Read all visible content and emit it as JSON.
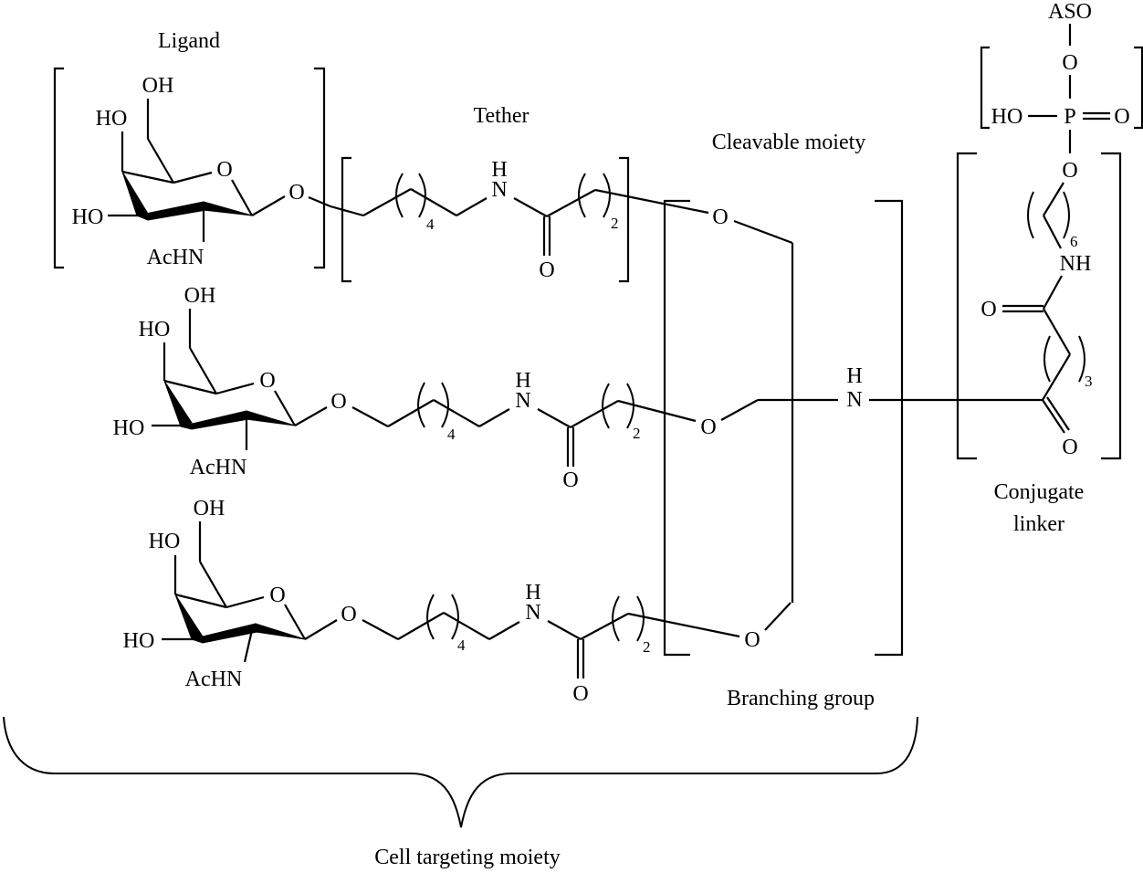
{
  "figure": {
    "title": "GalNAc conjugate structure",
    "colors": {
      "ink": "#000000",
      "background": "#ffffff"
    }
  },
  "labels": {
    "ligand": "Ligand",
    "tether": "Tether",
    "cleavable_moiety": "Cleavable moiety",
    "branching_group": "Branching group",
    "conjugate_linker_line1": "Conjugate",
    "conjugate_linker_line2": "linker",
    "cell_targeting_moiety": "Cell targeting moiety"
  },
  "atoms": {
    "OH": "OH",
    "HO": "HO",
    "O": "O",
    "AcHN": "AcHN",
    "H": "H",
    "N": "N",
    "NH": "NH",
    "P": "P",
    "ASO": "ASO"
  },
  "repeat_counts": {
    "tether_methylene": "4",
    "tether_acyl": "2",
    "linker_hexyl": "6",
    "linker_glutaryl": "3"
  },
  "arms": [
    {
      "name": "arm-1",
      "bracketed": true
    },
    {
      "name": "arm-2",
      "bracketed": false
    },
    {
      "name": "arm-3",
      "bracketed": false
    }
  ]
}
